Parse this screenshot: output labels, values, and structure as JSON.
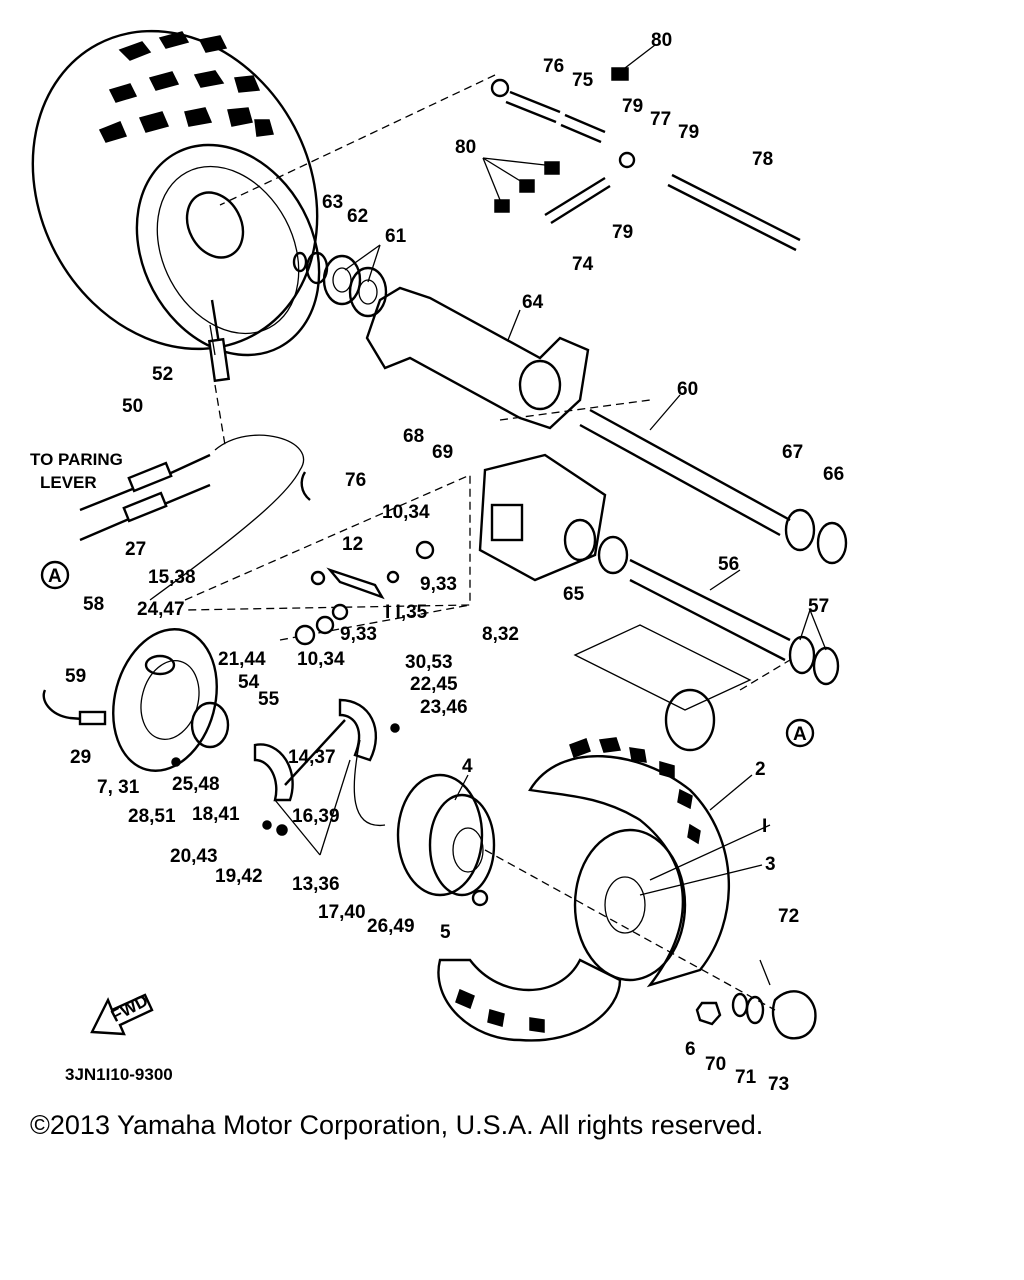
{
  "callouts": [
    {
      "id": "c80a",
      "text": "80"
    },
    {
      "id": "c76a",
      "text": "76"
    },
    {
      "id": "c75",
      "text": "75"
    },
    {
      "id": "c79a",
      "text": "79"
    },
    {
      "id": "c77",
      "text": "77"
    },
    {
      "id": "c79b",
      "text": "79"
    },
    {
      "id": "c80b",
      "text": "80"
    },
    {
      "id": "c78",
      "text": "78"
    },
    {
      "id": "c79c",
      "text": "79"
    },
    {
      "id": "c74",
      "text": "74"
    },
    {
      "id": "c63",
      "text": "63"
    },
    {
      "id": "c62",
      "text": "62"
    },
    {
      "id": "c61",
      "text": "61"
    },
    {
      "id": "c64",
      "text": "64"
    },
    {
      "id": "c52",
      "text": "52"
    },
    {
      "id": "c50",
      "text": "50"
    },
    {
      "id": "c60",
      "text": "60"
    },
    {
      "id": "c68",
      "text": "68"
    },
    {
      "id": "c69",
      "text": "69"
    },
    {
      "id": "c76b",
      "text": "76"
    },
    {
      "id": "c67",
      "text": "67"
    },
    {
      "id": "c66",
      "text": "66"
    },
    {
      "id": "c1034a",
      "text": "10,34"
    },
    {
      "id": "c12",
      "text": "12"
    },
    {
      "id": "c27",
      "text": "27"
    },
    {
      "id": "c1538",
      "text": "15,38"
    },
    {
      "id": "c933a",
      "text": "9,33"
    },
    {
      "id": "c65",
      "text": "65"
    },
    {
      "id": "c56",
      "text": "56"
    },
    {
      "id": "c58",
      "text": "58"
    },
    {
      "id": "c2447",
      "text": "24,47"
    },
    {
      "id": "c1135",
      "text": "I I,35"
    },
    {
      "id": "c933b",
      "text": "9,33"
    },
    {
      "id": "c832",
      "text": "8,32"
    },
    {
      "id": "c57",
      "text": "57"
    },
    {
      "id": "c1034b",
      "text": "10,34"
    },
    {
      "id": "c3053",
      "text": "30,53"
    },
    {
      "id": "c59",
      "text": "59"
    },
    {
      "id": "c2144",
      "text": "21,44"
    },
    {
      "id": "c54",
      "text": "54"
    },
    {
      "id": "c2245",
      "text": "22,45"
    },
    {
      "id": "c55",
      "text": "55"
    },
    {
      "id": "c2346",
      "text": "23,46"
    },
    {
      "id": "c29",
      "text": "29"
    },
    {
      "id": "c1437",
      "text": "14,37"
    },
    {
      "id": "c731",
      "text": "7, 31"
    },
    {
      "id": "c2548",
      "text": "25,48"
    },
    {
      "id": "c4",
      "text": "4"
    },
    {
      "id": "c2",
      "text": "2"
    },
    {
      "id": "c2851",
      "text": "28,51"
    },
    {
      "id": "c1841",
      "text": "18,41"
    },
    {
      "id": "c1639",
      "text": "16,39"
    },
    {
      "id": "c1",
      "text": "I"
    },
    {
      "id": "c2043",
      "text": "20,43"
    },
    {
      "id": "c3",
      "text": "3"
    },
    {
      "id": "c1942",
      "text": "19,42"
    },
    {
      "id": "c1336",
      "text": "13,36"
    },
    {
      "id": "c1740",
      "text": "17,40"
    },
    {
      "id": "c2649",
      "text": "26,49"
    },
    {
      "id": "c5",
      "text": "5"
    },
    {
      "id": "c72",
      "text": "72"
    },
    {
      "id": "c6",
      "text": "6"
    },
    {
      "id": "c70",
      "text": "70"
    },
    {
      "id": "c71",
      "text": "71"
    },
    {
      "id": "c73",
      "text": "73"
    }
  ],
  "notes": {
    "to_paring_line1": "TO PARING",
    "to_paring_line2": "LEVER"
  },
  "markers": {
    "ref_a_left": "A",
    "ref_a_right": "A"
  },
  "fwd_arrow": "FWD",
  "drawing_code": "3JN1I10-9300",
  "copyright": "©2013 Yamaha Motor Corporation, U.S.A. All rights reserved."
}
